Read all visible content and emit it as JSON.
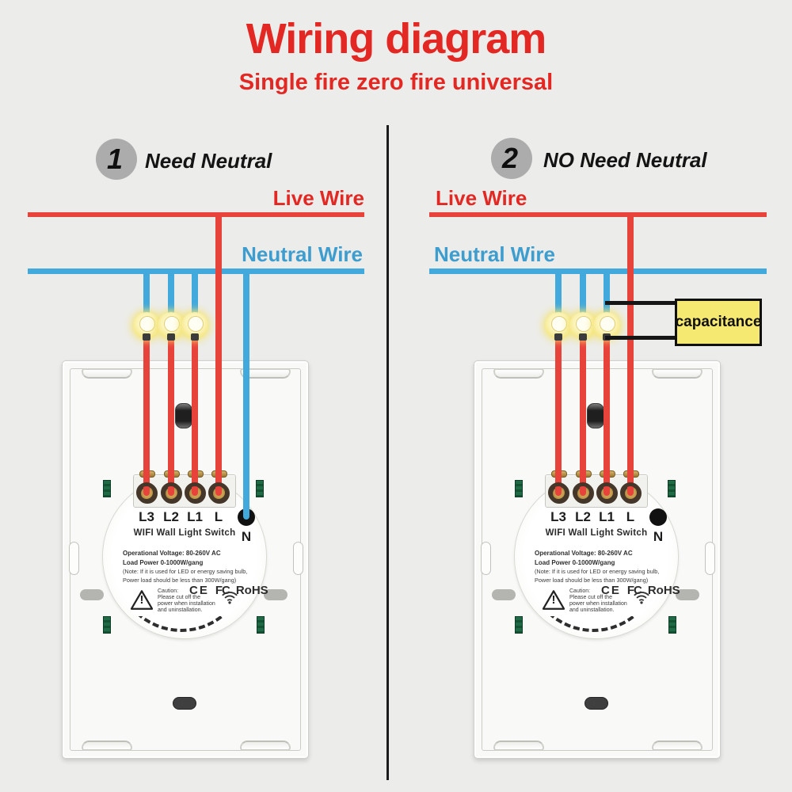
{
  "title": "Wiring diagram",
  "subtitle": "Single fire zero fire universal",
  "panels": [
    {
      "badge": "1",
      "heading": "Need Neutral",
      "live_label": "Live Wire",
      "neutral_label": "Neutral Wire"
    },
    {
      "badge": "2",
      "heading": "NO Need Neutral",
      "live_label": "Live Wire",
      "neutral_label": "Neutral Wire",
      "capacitor_label": "capacitance"
    }
  ],
  "switch_device": {
    "terminal_labels": [
      "L3",
      "L2",
      "L1",
      "L"
    ],
    "neutral_label": "N",
    "name": "WIFI Wall Light Switch",
    "spec_lines": [
      "Operational Voltage: 80-260V AC",
      "Load Power 0-1000W/gang",
      "(Note: If it is used for LED or energy saving bulb,",
      "Power load should be less than 300W/gang)"
    ],
    "certifications": [
      "CE",
      "FC",
      "RoHS"
    ],
    "caution_lines": [
      "Caution:",
      "Please cut off the",
      "power when installation",
      "and uninstallation."
    ],
    "warning_mark": "!"
  },
  "colors": {
    "accent_red": "#e32823",
    "wire_red": "#e8433b",
    "wire_blue": "#42a9dd",
    "label_blue": "#3d9dce",
    "wire_black": "#161616",
    "capacitor_fill": "#f6e972",
    "badge_gray": "#acacac",
    "background": "#ececea"
  }
}
